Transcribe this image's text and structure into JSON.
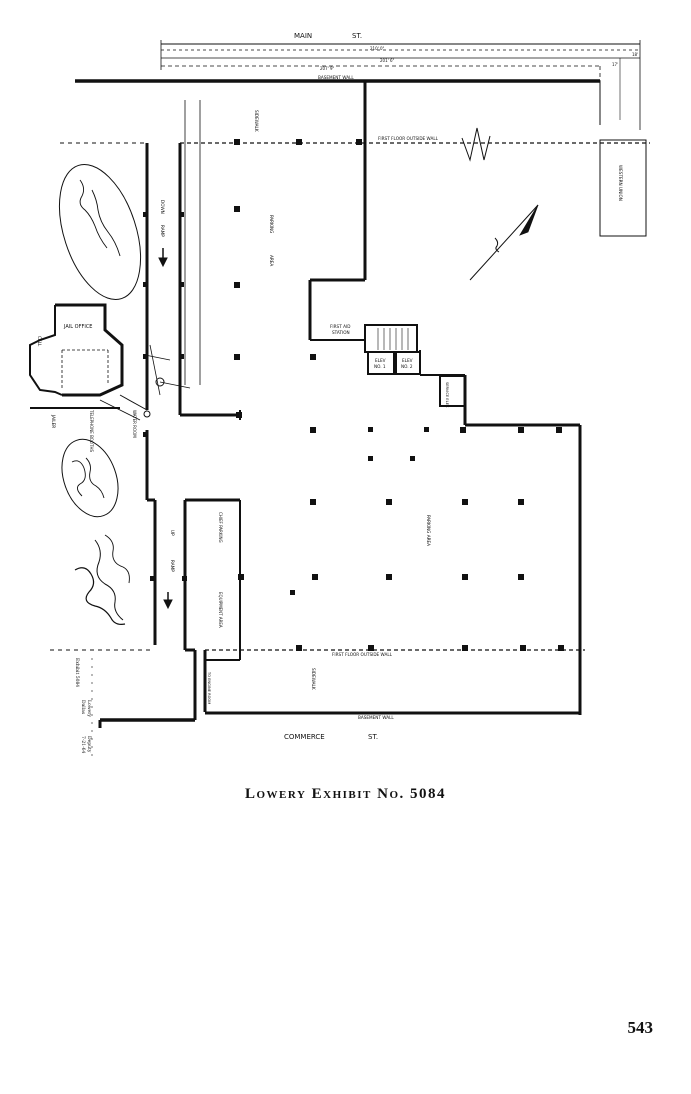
{
  "plan": {
    "street_top": {
      "name": "MAIN",
      "suffix": "ST."
    },
    "street_bottom": {
      "name": "COMMERCE",
      "suffix": "ST."
    },
    "dimensions": [
      "210' 0\"",
      "201' 6\"",
      "207' 9\"",
      "18'",
      "17'"
    ],
    "labels": {
      "basement_wall_top": "BASEMENT WALL",
      "basement_wall_bottom": "BASEMENT WALL",
      "first_floor_outside_wall_top": "FIRST FLOOR OUTSIDE WALL",
      "first_floor_outside_wall_bottom": "FIRST FLOOR OUTSIDE WALL",
      "sidewalk_top": "SIDEWALK",
      "sidewalk_bottom": "SIDEWALK",
      "western_union": "WESTERN UNION",
      "down_ramp": "DOWN",
      "ramp_top": "RAMP",
      "up_ramp": "UP",
      "ramp_bottom": "RAMP",
      "parking_area_upper_a": "PARKING",
      "parking_area_upper_b": "AREA",
      "parking_area_lower": "PARKING AREA",
      "first_aid_a": "FIRST AID",
      "first_aid_b": "STATION",
      "elev1_a": "ELEV",
      "elev1_b": "NO. 1",
      "elev2_a": "ELEV",
      "elev2_b": "NO. 2",
      "service_elev": "SERVICE ELEV.",
      "jail_office": "JAIL OFFICE",
      "cell": "CELL",
      "jailer": "JAILER",
      "telephone_booths": "TELEPHONE BOOTHS",
      "water_room": "WATER ROOM",
      "chief_parking": "CHIEF PARKING",
      "equipment_area": "EQUIPMENT AREA",
      "to_engine_room": "TO ENGINE ROOM"
    },
    "margin_notes": [
      "Exhibit 5084",
      "Lowery",
      "Dallas",
      "Deputy",
      "7-21-64"
    ]
  },
  "caption": "Lowery Exhibit No. 5084",
  "page_number": "543",
  "colors": {
    "ink": "#111111",
    "paper": "#ffffff"
  }
}
